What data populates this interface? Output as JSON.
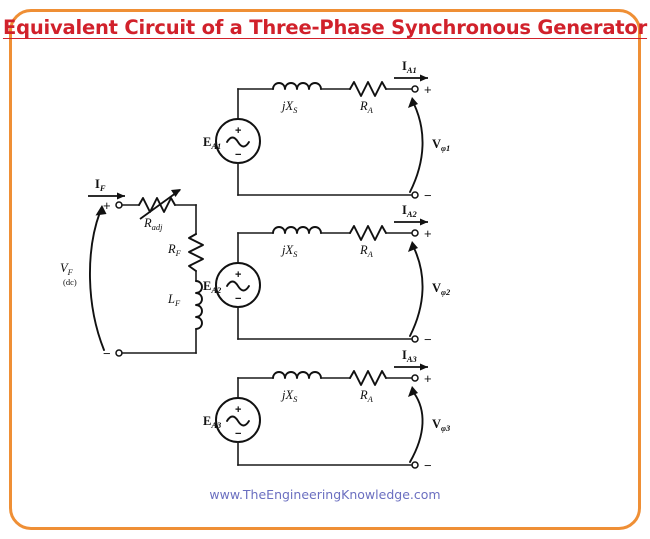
{
  "title": "Equivalent Circuit of a Three-Phase Synchronous Generator",
  "footer": "www.TheEngineeringKnowledge.com",
  "colors": {
    "frame_border": "#ef8f35",
    "title_text": "#d1212b",
    "footer_text": "#6b6fc0",
    "wire": "#1a1a1a",
    "background": "#ffffff"
  },
  "field_circuit": {
    "source_label": "V",
    "source_sub": "F",
    "source_note": "(dc)",
    "current_label": "I",
    "current_sub": "F",
    "terminal_plus": "+",
    "terminal_minus": "−",
    "components": [
      {
        "name": "variable-resistor",
        "label": "R",
        "sub": "adj"
      },
      {
        "name": "resistor",
        "label": "R",
        "sub": "F"
      },
      {
        "name": "inductor",
        "label": "L",
        "sub": "F"
      }
    ]
  },
  "phases": [
    {
      "emf_label": "E",
      "emf_sub": "A1",
      "reactance_label": "jX",
      "reactance_sub": "S",
      "resistance_label": "R",
      "resistance_sub": "A",
      "current_label": "I",
      "current_sub": "A1",
      "voltage_label": "V",
      "voltage_sub": "φ1",
      "terminal_plus": "+",
      "terminal_minus": "−",
      "source_plus": "+",
      "source_minus": "−"
    },
    {
      "emf_label": "E",
      "emf_sub": "A2",
      "reactance_label": "jX",
      "reactance_sub": "S",
      "resistance_label": "R",
      "resistance_sub": "A",
      "current_label": "I",
      "current_sub": "A2",
      "voltage_label": "V",
      "voltage_sub": "φ2",
      "terminal_plus": "+",
      "terminal_minus": "−",
      "source_plus": "+",
      "source_minus": "−"
    },
    {
      "emf_label": "E",
      "emf_sub": "A3",
      "reactance_label": "jX",
      "reactance_sub": "S",
      "resistance_label": "R",
      "resistance_sub": "A",
      "current_label": "I",
      "current_sub": "A3",
      "voltage_label": "V",
      "voltage_sub": "φ3",
      "terminal_plus": "+",
      "terminal_minus": "−",
      "source_plus": "+",
      "source_minus": "−"
    }
  ]
}
